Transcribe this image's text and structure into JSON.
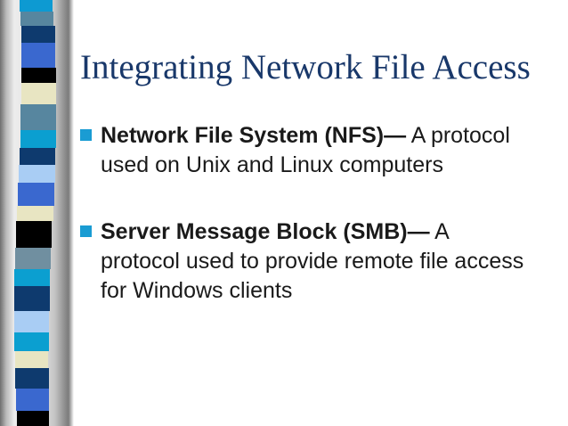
{
  "slide": {
    "title": "Integrating Network File Access",
    "bullets": [
      {
        "bold": "Network File System (NFS)—",
        "rest": " A protocol used on Unix and Linux computers"
      },
      {
        "bold": "Server Message Block (SMB)—",
        "rest": " A protocol used to provide remote file access for Windows clients"
      }
    ]
  },
  "colors": {
    "title_text": "#19386a",
    "body_text": "#1a1a1a",
    "bullet_square": "#1a9cd3",
    "sidebar_gray_dark": "#6f6f6f",
    "sidebar_gray_light": "#ececec"
  },
  "sidebar": {
    "segments": [
      {
        "color": "#0d9ad2",
        "height": 13
      },
      {
        "color": "#57869f",
        "height": 16
      },
      {
        "color": "#0e3a6e",
        "height": 19
      },
      {
        "color": "#3a68cf",
        "height": 28
      },
      {
        "color": "#000000",
        "height": 17
      },
      {
        "color": "#e8e5c2",
        "height": 24
      },
      {
        "color": "#57869f",
        "height": 29
      },
      {
        "color": "#0b9fd0",
        "height": 20
      },
      {
        "color": "#0e3a6e",
        "height": 19
      },
      {
        "color": "#a9cdf4",
        "height": 20
      },
      {
        "color": "#3a68cf",
        "height": 26
      },
      {
        "color": "#e8e5c2",
        "height": 17
      },
      {
        "color": "#000000",
        "height": 30
      },
      {
        "color": "#708fa0",
        "height": 24
      },
      {
        "color": "#0b9fd0",
        "height": 19
      },
      {
        "color": "#0e3a6e",
        "height": 28
      },
      {
        "color": "#a9cdf4",
        "height": 24
      },
      {
        "color": "#0b9fd0",
        "height": 21
      },
      {
        "color": "#e8e5c2",
        "height": 19
      },
      {
        "color": "#0e3a6e",
        "height": 23
      },
      {
        "color": "#3a68cf",
        "height": 25
      },
      {
        "color": "#000000",
        "height": 17
      }
    ]
  }
}
